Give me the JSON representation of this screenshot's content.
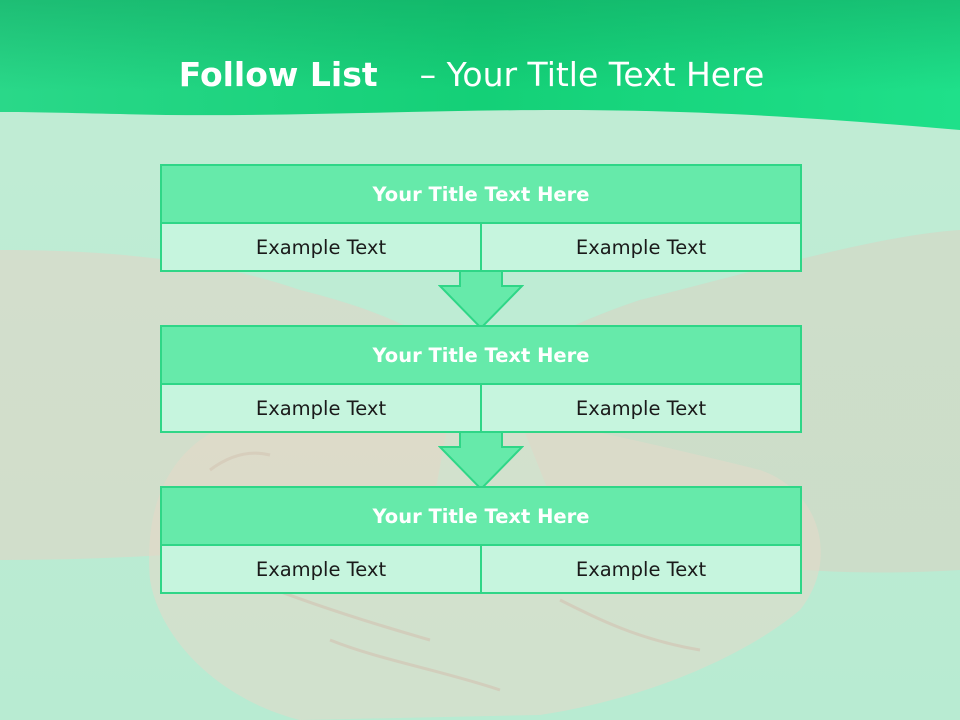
{
  "slide": {
    "title_bold": "Follow List",
    "title_rest": "– Your Title Text Here"
  },
  "steps": [
    {
      "title": "Your Title Text Here",
      "left": "Example Text",
      "right": "Example Text"
    },
    {
      "title": "Your Title Text Here",
      "left": "Example Text",
      "right": "Example Text"
    },
    {
      "title": "Your Title Text Here",
      "left": "Example Text",
      "right": "Example Text"
    }
  ],
  "colors": {
    "header_green": "#1fd983",
    "box_header": "#66eaaa",
    "box_cell": "#c6f5de",
    "border": "#2fd687",
    "background": "#c4ecd6"
  },
  "icons": [
    "down-arrow-icon",
    "handshake-background-image"
  ]
}
